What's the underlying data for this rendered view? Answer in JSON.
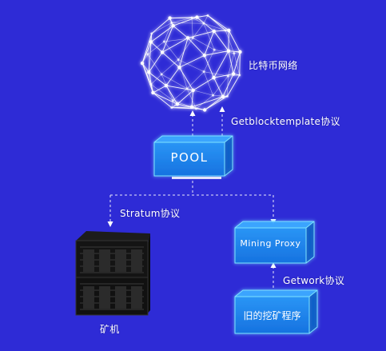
{
  "network_label": "比特币网络",
  "pool": {
    "label": "POOL"
  },
  "protocols": {
    "getblocktemplate": "Getblocktemplate协议",
    "stratum": "Stratum协议",
    "getwork": "Getwork协议"
  },
  "mining_proxy": {
    "label": "Mining Proxy"
  },
  "old_miner_program": {
    "label": "旧的挖矿程序"
  },
  "miner_label": "矿机",
  "colors": {
    "background": "#2e2bd6",
    "box_fill": "#1a7fe8",
    "box_glow": "#7fe4ff",
    "globe_line": "#ffffff"
  }
}
